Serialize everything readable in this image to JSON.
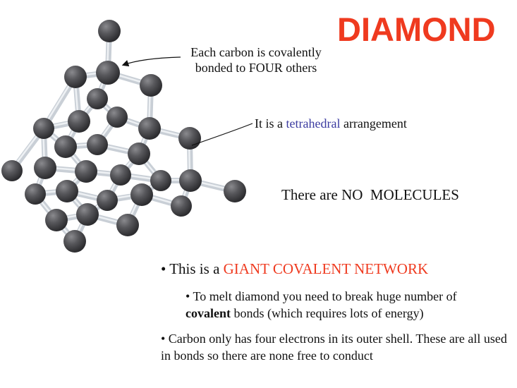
{
  "title": "DIAMOND",
  "annotations": {
    "bonds_line1": "Each carbon is covalently",
    "bonds_line2": "bonded to FOUR others",
    "tetra_prefix": "It is a ",
    "tetra_highlight": "tetrahedral",
    "tetra_suffix": " arrangement"
  },
  "statement": "There are NO  MOLECULES",
  "bullets": {
    "giant_prefix": "• This is a ",
    "giant_highlight": "GIANT COVALENT NETWORK",
    "melt_prefix": "• To melt diamond you need to break huge number of",
    "melt_bold": "covalent",
    "melt_suffix": " bonds (which requires lots of energy)",
    "conduct_text": "• Carbon only has four electrons in its outer shell. These are all used in bonds so there are none free to conduct"
  },
  "colors": {
    "title": "#ef3a1f",
    "highlight_red": "#ef3a1f",
    "highlight_blue": "#3b3ba0",
    "atom": "#4a4a4c",
    "bond": "#c9cfd6"
  },
  "icons": {
    "structure": "diamond-lattice-model"
  }
}
